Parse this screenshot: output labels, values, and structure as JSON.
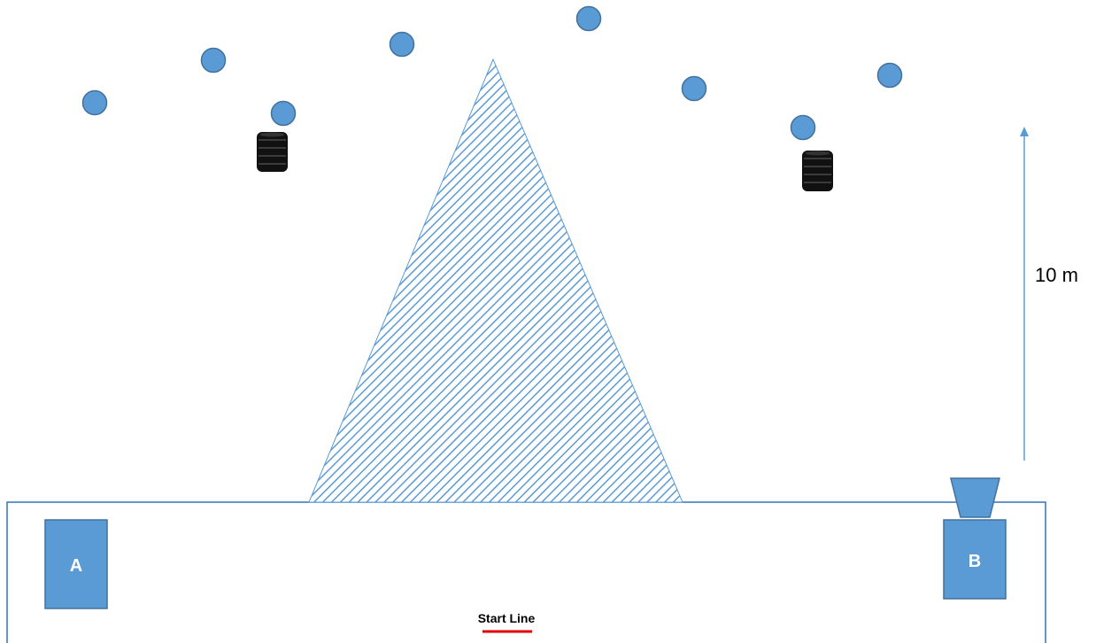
{
  "colors": {
    "ball": "#5b9bd5",
    "ball_stroke": "#41719c",
    "box": "#5b9bd5",
    "box_stroke": "#41719c",
    "hatch": "#5b9bd5",
    "field_border": "#2e75b6",
    "arrow": "#5b9bd5",
    "start_line": "#e00000",
    "tire": "#111111"
  },
  "labels": {
    "box_a": "A",
    "box_b": "B",
    "start_line": "Start Line",
    "distance": "10 m"
  },
  "icons": {
    "ball": "circle",
    "tire_stack": "tire-stack-icon",
    "bucket": "trapezoid-bucket"
  }
}
